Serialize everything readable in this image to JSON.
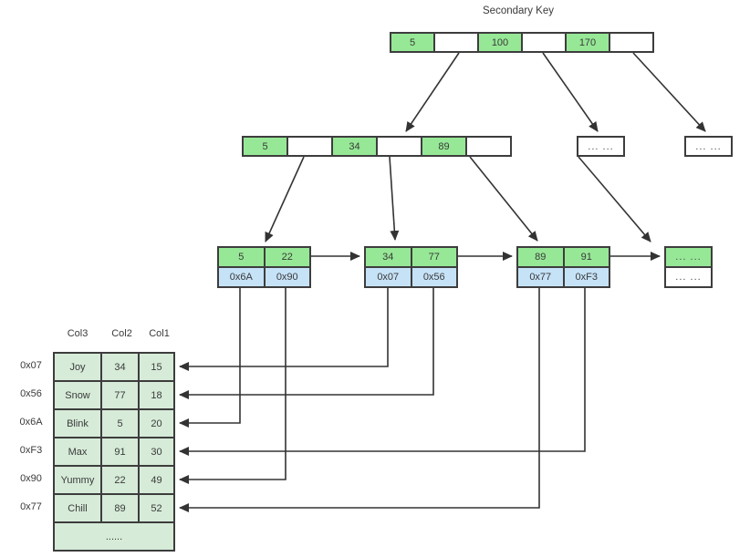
{
  "title": "Secondary Key",
  "tree": {
    "root": {
      "cells": [
        "5",
        "",
        "100",
        "",
        "170",
        ""
      ]
    },
    "internal": {
      "cells": [
        "5",
        "",
        "34",
        "",
        "89",
        ""
      ]
    },
    "more_nodes": {
      "left": "... ...",
      "right": "... ..."
    },
    "leaves": [
      {
        "keys": [
          "5",
          "22"
        ],
        "pointers": [
          "0x6A",
          "0x90"
        ]
      },
      {
        "keys": [
          "34",
          "77"
        ],
        "pointers": [
          "0x07",
          "0x56"
        ]
      },
      {
        "keys": [
          "89",
          "91"
        ],
        "pointers": [
          "0x77",
          "0xF3"
        ]
      },
      {
        "keys_more": "... ...",
        "pointers_more": "... ..."
      }
    ]
  },
  "table": {
    "headers": [
      "Col3",
      "Col2",
      "Col1"
    ],
    "rows": [
      {
        "addr": "0x07",
        "cells": [
          "Joy",
          "34",
          "15"
        ]
      },
      {
        "addr": "0x56",
        "cells": [
          "Snow",
          "77",
          "18"
        ]
      },
      {
        "addr": "0x6A",
        "cells": [
          "Blink",
          "5",
          "20"
        ]
      },
      {
        "addr": "0xF3",
        "cells": [
          "Max",
          "91",
          "30"
        ]
      },
      {
        "addr": "0x90",
        "cells": [
          "Yummy",
          "22",
          "49"
        ]
      },
      {
        "addr": "0x77",
        "cells": [
          "Chill",
          "89",
          "52"
        ]
      }
    ],
    "footer": "......"
  },
  "colors": {
    "key_cell": "#96E896",
    "pointer_cell": "#C6E2F7",
    "table_cell": "#D6EBD8",
    "border": "#3D3D3D",
    "arrow": "#333333"
  }
}
